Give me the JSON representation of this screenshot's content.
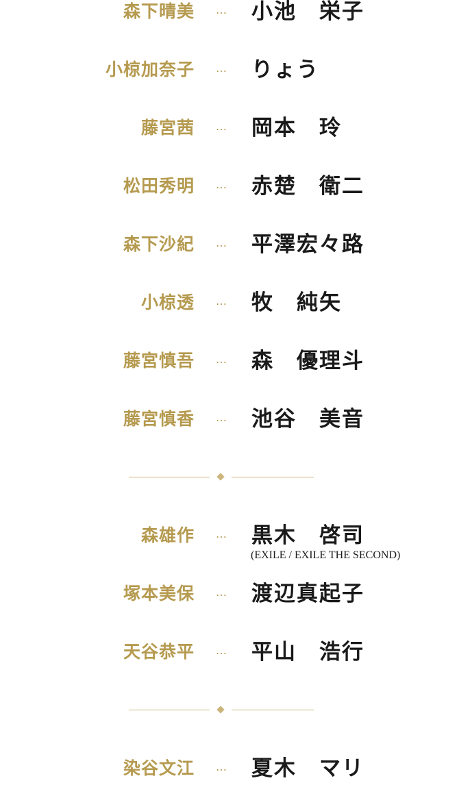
{
  "colors": {
    "role_gold": "#b59a4f",
    "actor_text": "#1a1a1a",
    "divider_gold": "#cbb57a",
    "background": "#ffffff"
  },
  "separator": "…",
  "cast": [
    {
      "role": "森下晴美",
      "actor": "小池　栄子"
    },
    {
      "role": "小椋加奈子",
      "actor": "りょう"
    },
    {
      "role": "藤宮茜",
      "actor": "岡本　玲"
    },
    {
      "role": "松田秀明",
      "actor": "赤楚　衛二"
    },
    {
      "role": "森下沙紀",
      "actor": "平澤宏々路"
    },
    {
      "role": "小椋透",
      "actor": "牧　純矢"
    },
    {
      "role": "藤宮慎吾",
      "actor": "森　優理斗"
    },
    {
      "role": "藤宮慎香",
      "actor": "池谷　美音"
    },
    {
      "role": "森雄作",
      "actor": "黒木　啓司",
      "note": "(EXILE / EXILE THE SECOND)"
    },
    {
      "role": "塚本美保",
      "actor": "渡辺真起子"
    },
    {
      "role": "天谷恭平",
      "actor": "平山　浩行"
    },
    {
      "role": "染谷文江",
      "actor": "夏木　マリ"
    }
  ],
  "divider_icon": "diamond-ornament"
}
